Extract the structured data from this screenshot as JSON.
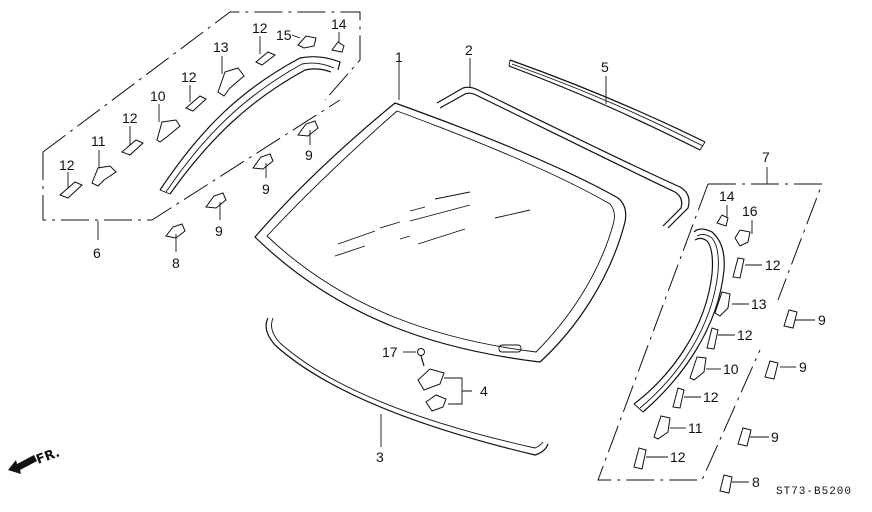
{
  "diagram": {
    "title": "Windshield glass & moldings exploded parts diagram",
    "drawing_code": "ST73-B5200",
    "direction_label": "FR.",
    "callouts": {
      "windshield": "1",
      "upper_molding": "2",
      "lower_molding": "3",
      "fastener_set": "4",
      "top_seal": "5",
      "left_molding_kit": "6",
      "right_molding_kit": "7",
      "clip_8": "8",
      "clip_9": "9",
      "clip_10": "10",
      "clip_11": "11",
      "clip_12": "12",
      "clip_13": "13",
      "clip_14": "14",
      "clip_15": "15",
      "clip_16": "16",
      "screw_17": "17"
    },
    "parts": [
      {
        "number": "1",
        "name": "Windshield glass"
      },
      {
        "number": "2",
        "name": "Upper molding"
      },
      {
        "number": "3",
        "name": "Lower molding"
      },
      {
        "number": "4",
        "name": "Fastener set"
      },
      {
        "number": "5",
        "name": "Top seal / dam rubber"
      },
      {
        "number": "6",
        "name": "Left side molding kit"
      },
      {
        "number": "7",
        "name": "Right side molding kit"
      },
      {
        "number": "8",
        "name": "Clip"
      },
      {
        "number": "9",
        "name": "Clip"
      },
      {
        "number": "10",
        "name": "Clip"
      },
      {
        "number": "11",
        "name": "Clip"
      },
      {
        "number": "12",
        "name": "Clip"
      },
      {
        "number": "13",
        "name": "Clip"
      },
      {
        "number": "14",
        "name": "Clip"
      },
      {
        "number": "15",
        "name": "Clip"
      },
      {
        "number": "16",
        "name": "Clip"
      },
      {
        "number": "17",
        "name": "Screw"
      }
    ]
  }
}
